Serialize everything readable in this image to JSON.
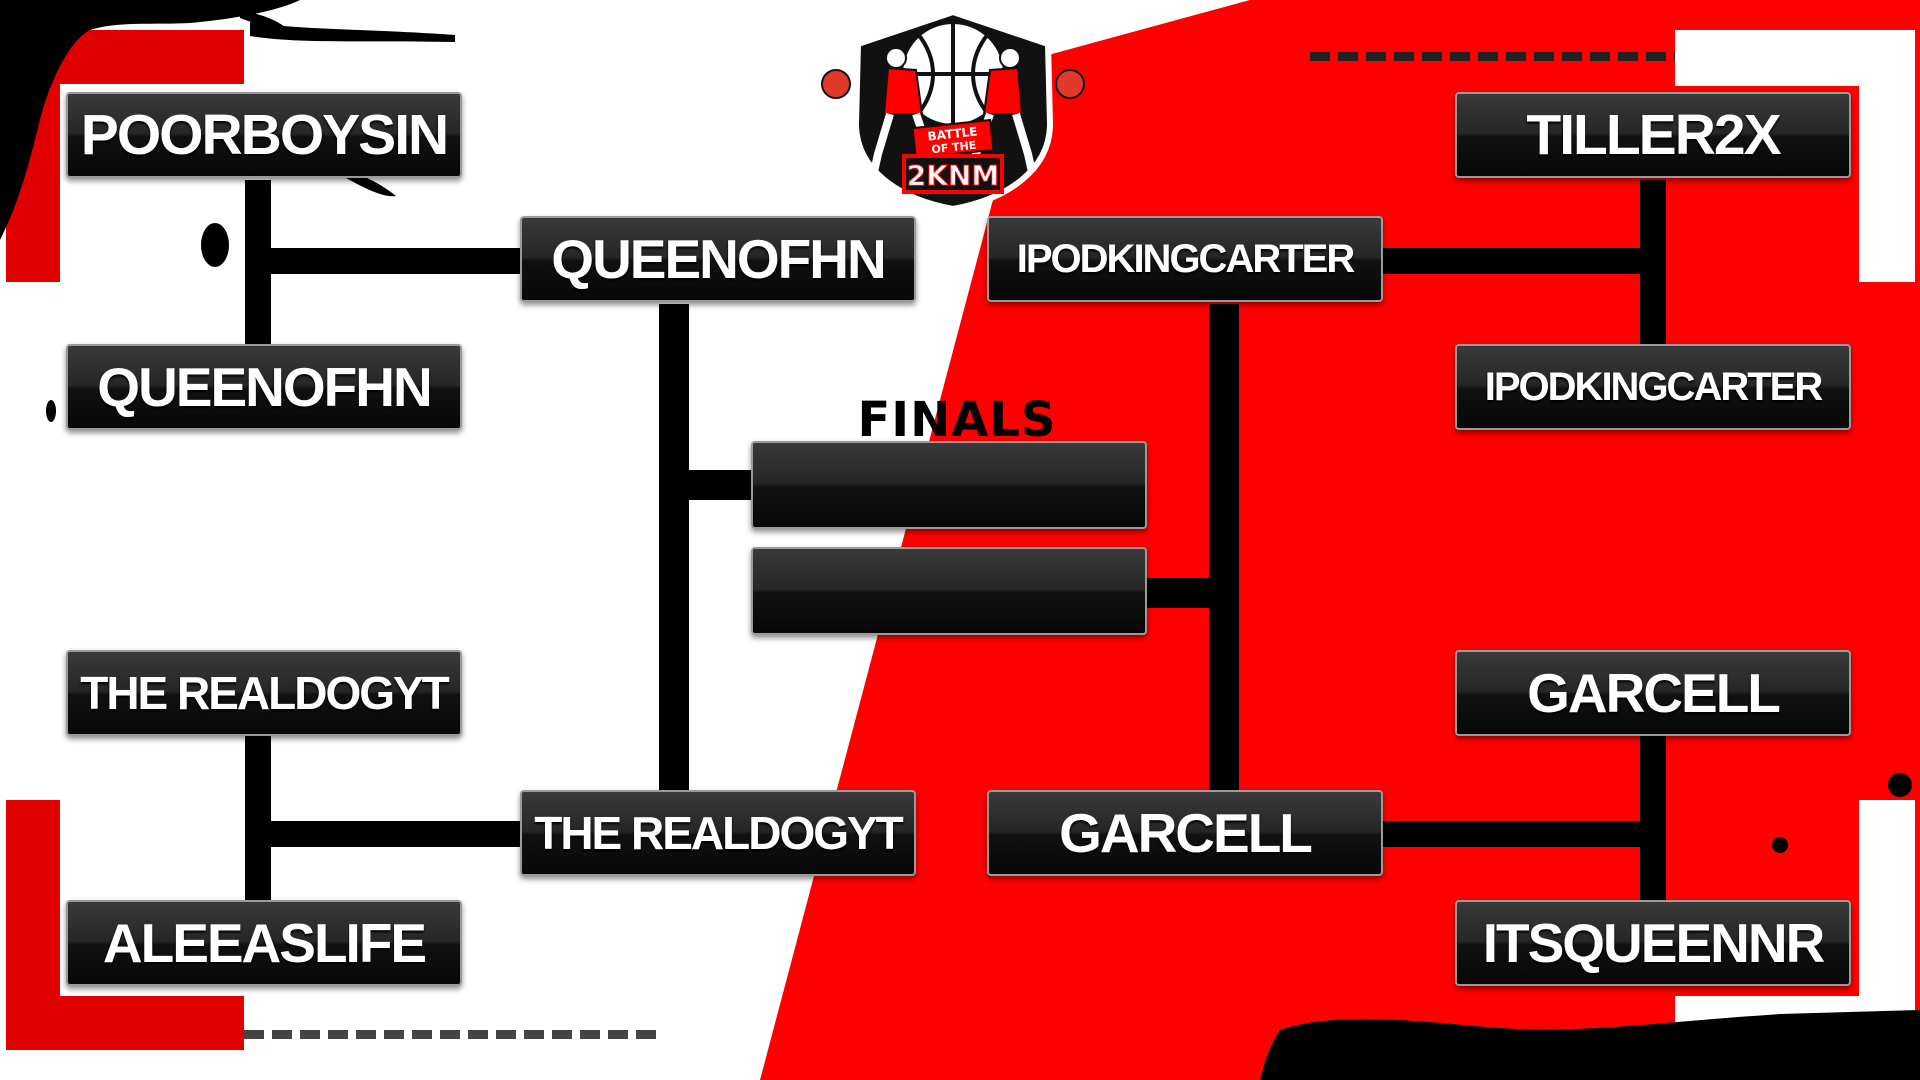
{
  "logo": {
    "line1": "BATTLE",
    "line2": "OF THE",
    "brand": "2KNM"
  },
  "finals": {
    "title": "FINALS",
    "slot_top": "",
    "slot_bottom": ""
  },
  "left_bracket": {
    "round1_top": {
      "player1": "POORBOYSIN",
      "player2": "QUEENOFHN"
    },
    "round1_bottom": {
      "player1": "THE REALDOGYT",
      "player2": "ALEEASLIFE"
    },
    "semis": {
      "top_winner": "QUEENOFHN",
      "bottom_winner": "THE REALDOGYT"
    }
  },
  "right_bracket": {
    "round1_top": {
      "player1": "TILLER2X",
      "player2": "IPODKINGCARTER"
    },
    "round1_bottom": {
      "player1": "GARCELL",
      "player2": "ITSQUEENNR"
    },
    "semis": {
      "top_winner": "IPODKINGCARTER",
      "bottom_winner": "GARCELL"
    }
  },
  "colors": {
    "red": "#ff0000",
    "black": "#000000",
    "white": "#ffffff"
  }
}
